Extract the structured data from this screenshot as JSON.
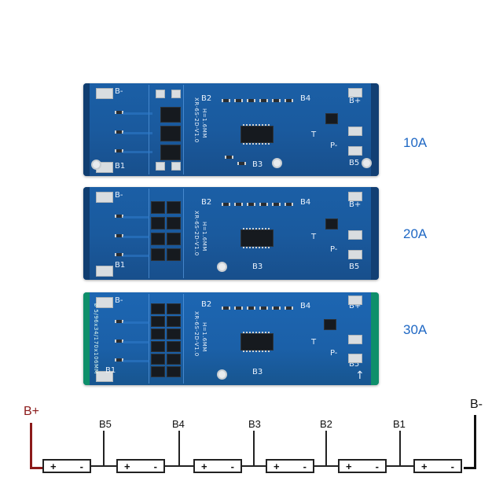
{
  "boards": [
    {
      "rating": "10A",
      "silk": {
        "b_minus": "B-",
        "b1": "B1",
        "b2": "B2",
        "b3": "B3",
        "b4": "B4",
        "b5": "B5",
        "b_plus": "B+",
        "p_minus": "P-",
        "t": "T",
        "ver": "XR-6S-2D-V1.0",
        "thick": "H=1.6MM"
      }
    },
    {
      "rating": "20A",
      "silk": {
        "b_minus": "B-",
        "b1": "B1",
        "b2": "B2",
        "b3": "B3",
        "b4": "B4",
        "b5": "B5",
        "b_plus": "B+",
        "p_minus": "P-",
        "t": "T",
        "ver": "XR-6S-2D-V1.0",
        "thick": "H=1.6MM"
      }
    },
    {
      "rating": "30A",
      "silk": {
        "b_minus": "B-",
        "b1": "B1",
        "b2": "B2",
        "b3": "B3",
        "b4": "B4",
        "b5": "B5",
        "b_plus": "B+",
        "p_minus": "P-",
        "t": "T",
        "ver": "XR-6S-2D-V1.0",
        "thick": "H=1.6MM",
        "dims": "ø 5/96x34/170x106MM"
      }
    }
  ],
  "schematic": {
    "b_plus": "B+",
    "b_minus": "B-",
    "taps": [
      "B5",
      "B4",
      "B3",
      "B2",
      "B1"
    ],
    "cell_plus": "+",
    "cell_minus": "-",
    "cells": 6
  },
  "colors": {
    "board_blue": "#1b5fa6",
    "rating_text": "#1f68c4",
    "b_plus_wire": "#8b1a1a",
    "b_minus_wire": "#111111"
  }
}
